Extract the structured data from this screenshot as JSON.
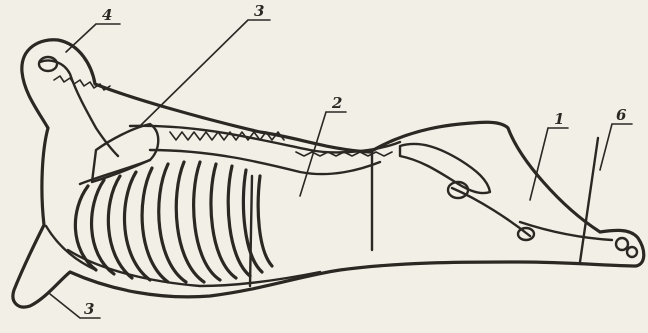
{
  "diagram": {
    "labels": {
      "l1": "1",
      "l2": "2",
      "l3a": "3",
      "l3b": "3",
      "l4": "4",
      "l6": "6"
    },
    "colors": {
      "paper": "#f1efe6",
      "ink": "#2b2824"
    }
  }
}
